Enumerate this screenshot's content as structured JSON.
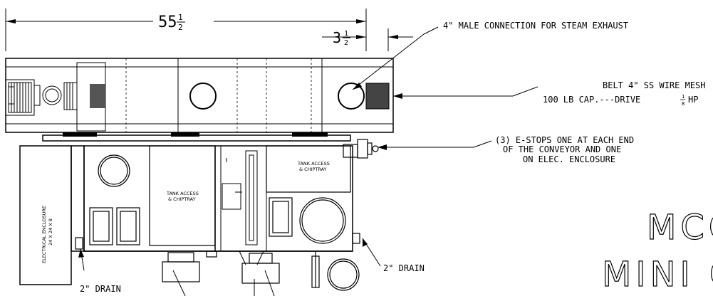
{
  "dimensions": {
    "overall_length": "55",
    "overall_frac_num": "1",
    "overall_frac_den": "2",
    "offset_whole": "3",
    "offset_frac_num": "1",
    "offset_frac_den": "2"
  },
  "callouts": {
    "steam_exhaust": "4\" MALE CONNECTION FOR STEAM EXHAUST",
    "belt_line1": "BELT 4\" SS WIRE MESH",
    "belt_line2": "100 LB CAP.---DRIVE",
    "belt_drive_num": "1",
    "belt_drive_den": "8",
    "belt_drive_unit": "HP",
    "estops_line1": "(3) E-STOPS ONE AT EACH END",
    "estops_line2": "OF THE CONVEYOR AND ONE",
    "estops_line3": "ON ELEC. ENCLOSURE",
    "drain_right": "2\" DRAIN",
    "drain_bottom": "2\" DRAIN"
  },
  "labels": {
    "electrical_line1": "ELECTRICAL ENCLOSURE",
    "electrical_line2": "24 X 24 X 8",
    "tank_access_1a": "TANK ACCESS",
    "tank_access_1b": "& CHIPTRAY",
    "tank_access_2a": "TANK ACCESS",
    "tank_access_2b": "& CHIPTRAY"
  },
  "title": {
    "line1": "MCC",
    "line2": "MINI C"
  }
}
